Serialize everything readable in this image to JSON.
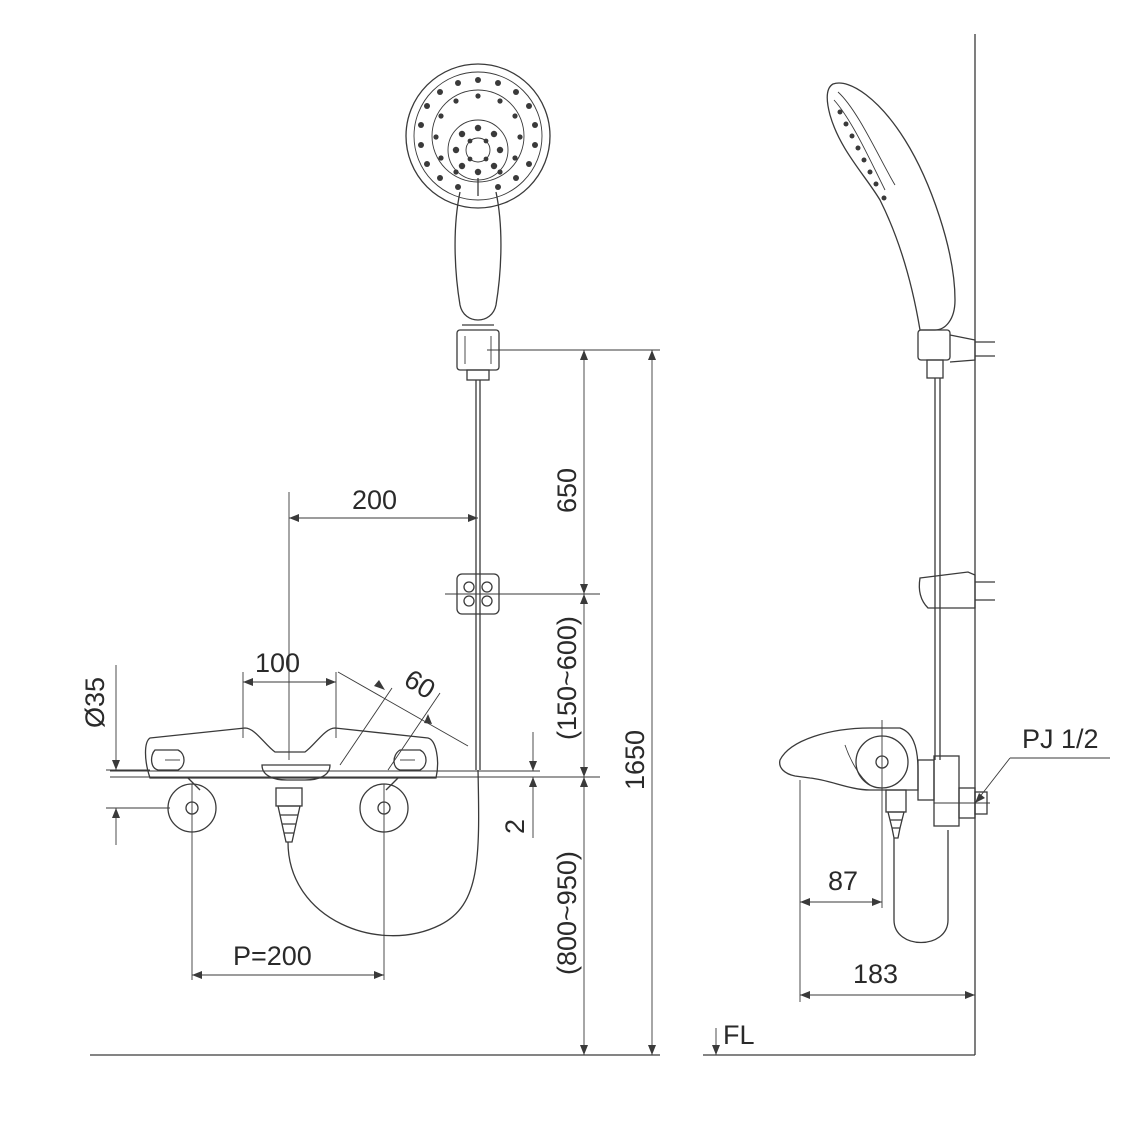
{
  "drawing": {
    "dimensions": {
      "d200_top": "200",
      "d100": "100",
      "d60": "60",
      "d35": "Ø35",
      "d650": "650",
      "d150_600": "(150~600)",
      "d1650": "1650",
      "d2": "2",
      "d800_950": "(800~950)",
      "pitch": "P=200",
      "d87": "87",
      "d183": "183",
      "pipe": "PJ 1/2",
      "floor": "FL"
    }
  }
}
